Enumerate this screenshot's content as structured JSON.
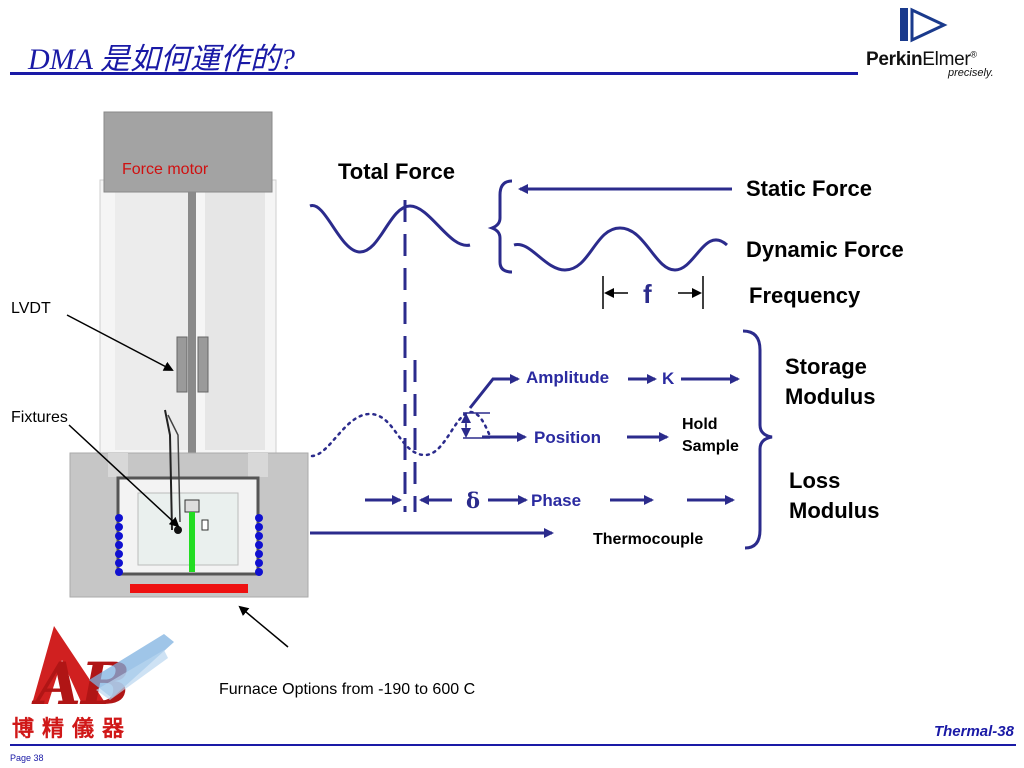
{
  "header": {
    "title": "DMA 是如何運作的?",
    "brand_perkin": "Perkin",
    "brand_elmer": "Elmer",
    "brand_reg": "®",
    "brand_tagline": "precisely."
  },
  "apparatus": {
    "force_motor": "Force motor",
    "lvdt": "LVDT",
    "fixtures": "Fixtures",
    "furnace": "Furnace Options from -190 to 600 C"
  },
  "diagram": {
    "total_force": "Total Force",
    "static_force": "Static Force",
    "dynamic_force": "Dynamic Force",
    "f_symbol": "f",
    "frequency": "Frequency",
    "amplitude": "Amplitude",
    "k_symbol": "K",
    "position": "Position",
    "hold_sample_1": "Hold",
    "hold_sample_2": "Sample",
    "delta_symbol": "δ",
    "phase": "Phase",
    "thermocouple": "Thermocouple",
    "storage_1": "Storage",
    "storage_2": "Modulus",
    "loss_1": "Loss",
    "loss_2": "Modulus"
  },
  "footer": {
    "code": "Thermal-38",
    "page": "Page 38",
    "logo_letters": "AB",
    "logo_chinese": "博精儀器"
  },
  "colors": {
    "title_blue": "#1a1aa6",
    "arrow_navy": "#2b2b8c",
    "heater_blue": "#1010d0",
    "heater_red": "#ee1111",
    "rod_green": "#22dd22",
    "force_motor_red": "#d01010"
  }
}
